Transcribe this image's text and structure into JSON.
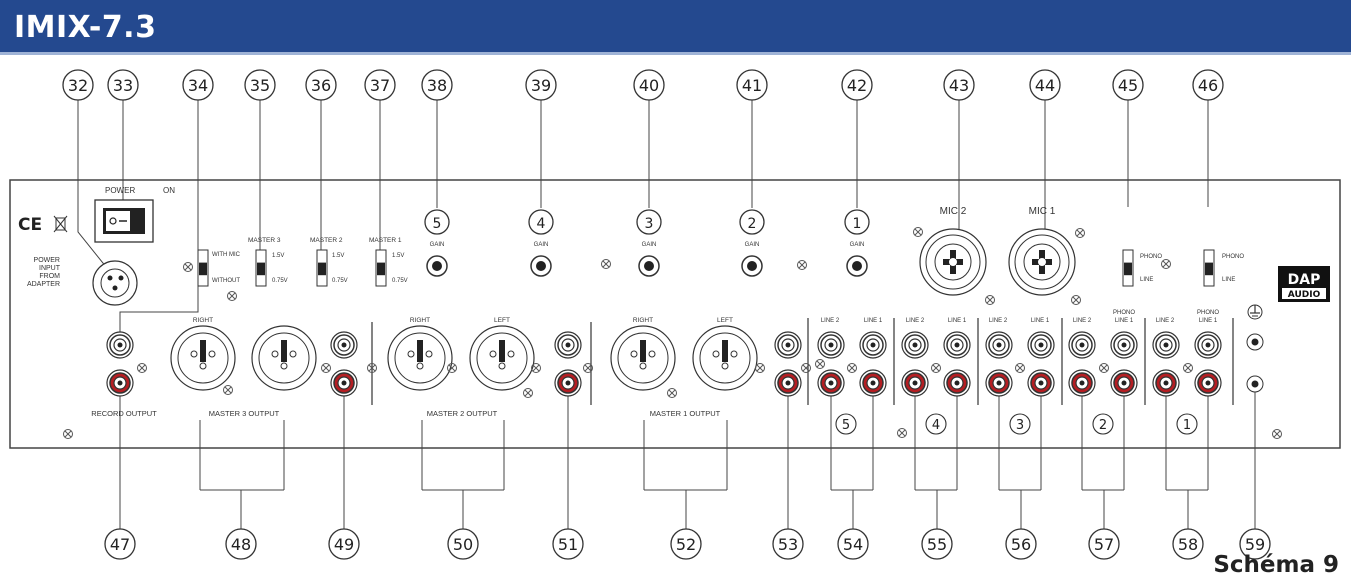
{
  "header": {
    "title": "IMIX-7.3"
  },
  "caption": "Schéma 9",
  "panel": {
    "power_label": "POWER",
    "on_label": "ON",
    "ce_mark": "CE",
    "power_input_lines": [
      "POWER",
      "INPUT",
      "FROM",
      "ADAPTER"
    ],
    "brand_top": "DAP",
    "brand_bottom": "AUDIO",
    "mic_labels": [
      "MIC 2",
      "MIC 1"
    ],
    "gain_label": "GAIN",
    "gain_channel_numbers": [
      "5",
      "4",
      "3",
      "2",
      "1"
    ],
    "mic_switch": {
      "top": "WITH MIC",
      "bottom": "WITHOUT"
    },
    "master_level_switches": [
      {
        "name": "MASTER 3",
        "top": "1.5V",
        "bottom": "0.75V"
      },
      {
        "name": "MASTER 2",
        "top": "1.5V",
        "bottom": "0.75V"
      },
      {
        "name": "MASTER 1",
        "top": "1.5V",
        "bottom": "0.75V"
      }
    ],
    "phono_switch": {
      "top": "PHONO",
      "bottom": "LINE"
    },
    "xlr_side_labels": [
      "RIGHT",
      "LEFT"
    ],
    "output_labels": [
      "RECORD OUTPUT",
      "MASTER 3 OUTPUT",
      "MASTER 2 OUTPUT",
      "MASTER 1 OUTPUT"
    ],
    "line_labels": {
      "line1": "LINE 1",
      "line2": "LINE 2",
      "phono": "PHONO"
    },
    "rca_channel_numbers": [
      "5",
      "4",
      "3",
      "2",
      "1"
    ]
  },
  "callouts_top": [
    "32",
    "33",
    "34",
    "35",
    "36",
    "37",
    "38",
    "39",
    "40",
    "41",
    "42",
    "43",
    "44",
    "45",
    "46"
  ],
  "callouts_bottom": [
    "47",
    "48",
    "49",
    "50",
    "51",
    "52",
    "53",
    "54",
    "55",
    "56",
    "57",
    "58",
    "59"
  ]
}
